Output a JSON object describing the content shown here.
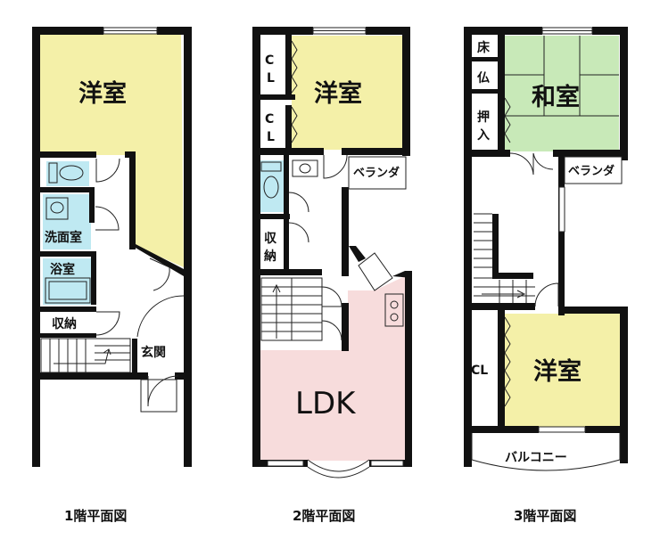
{
  "colors": {
    "western_room": "#F4F0A8",
    "japanese_room": "#C8E9B8",
    "ldk": "#F7DCDC",
    "water": "#BFE9F2",
    "wall": "#111111"
  },
  "floor1": {
    "caption": "1階平面図",
    "western_room": "洋室",
    "washroom": "洗面室",
    "bathroom": "浴室",
    "storage": "収納",
    "entrance": "玄関"
  },
  "floor2": {
    "caption": "2階平面図",
    "western_room": "洋室",
    "closet1_a": "C",
    "closet1_b": "L",
    "closet2_a": "C",
    "closet2_b": "L",
    "veranda": "ベランダ",
    "storage_a": "収",
    "storage_b": "納",
    "ldk": "LDK"
  },
  "floor3": {
    "caption": "3階平面図",
    "alcove": "床",
    "altar": "仏",
    "oshiire_a": "押",
    "oshiire_b": "入",
    "japanese_room": "和室",
    "veranda": "ベランダ",
    "closet": "CL",
    "western_room": "洋室",
    "balcony": "バルコニー"
  }
}
